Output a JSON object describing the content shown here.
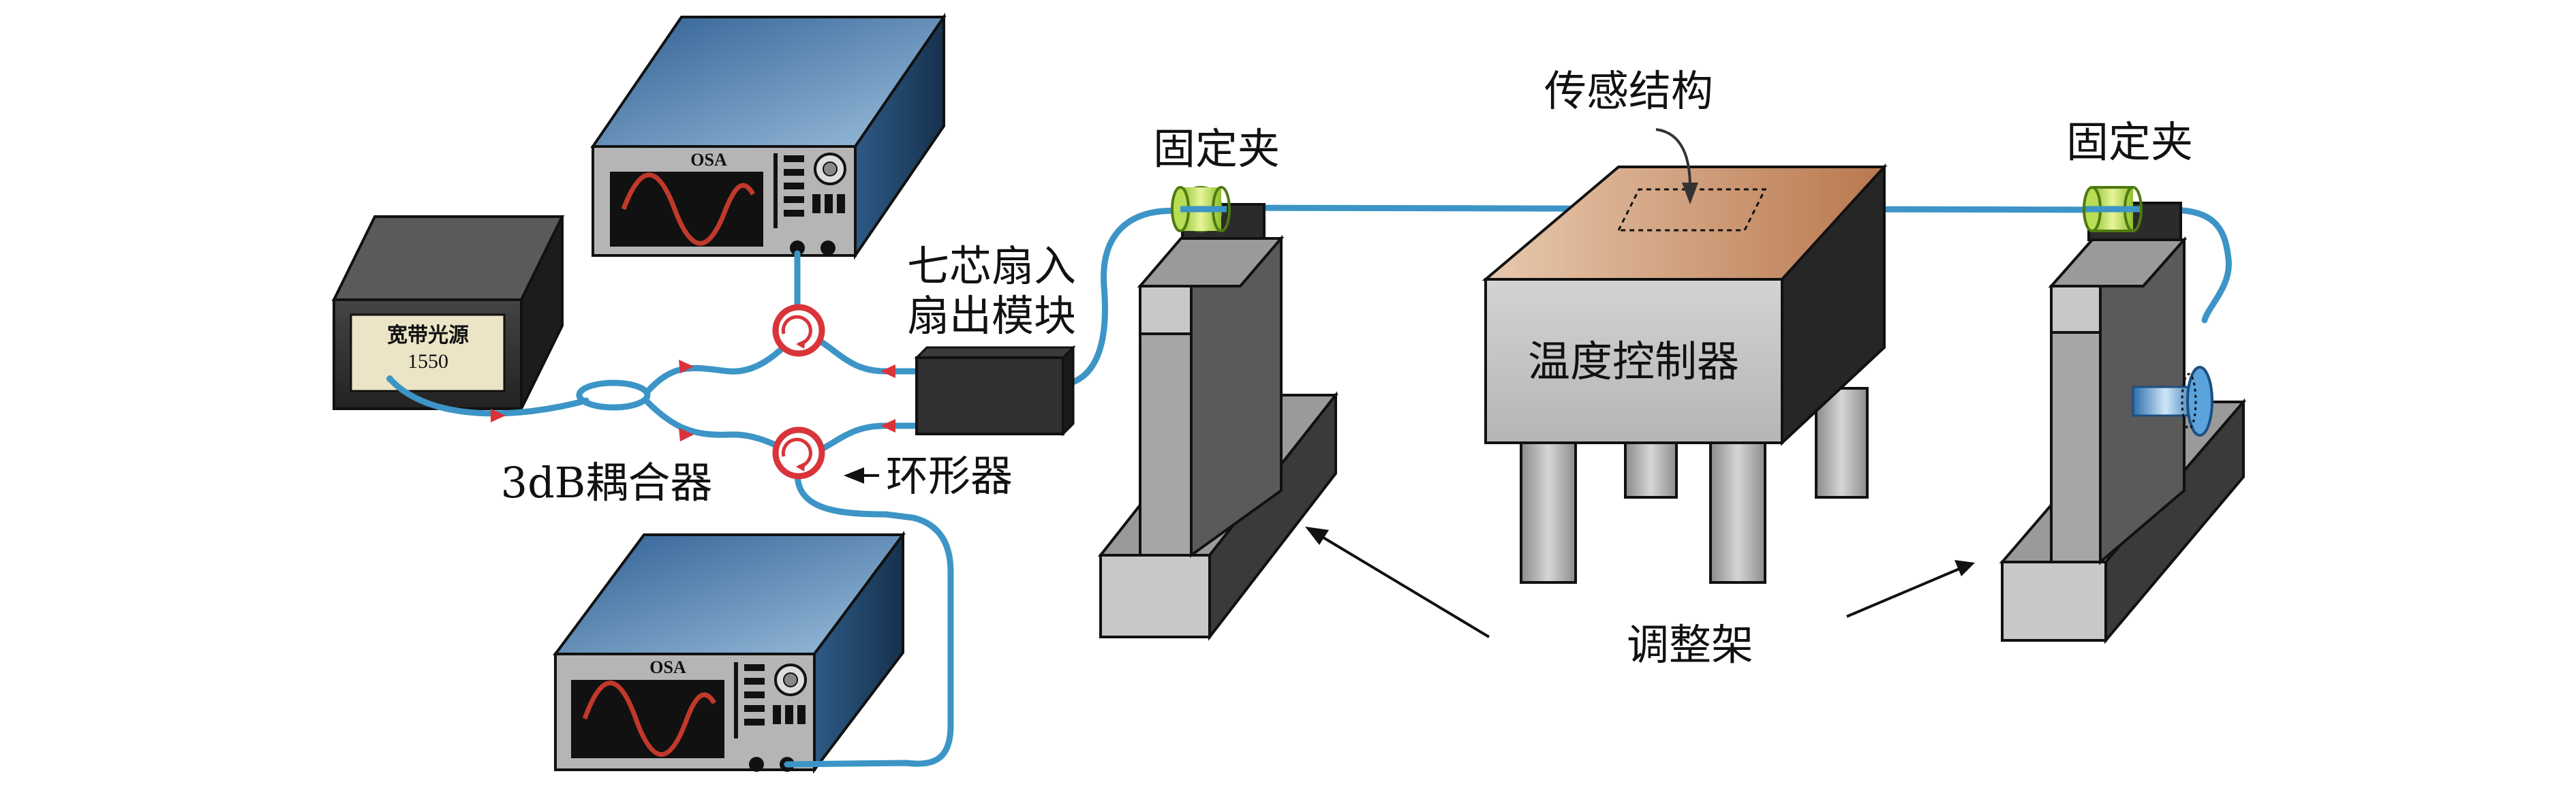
{
  "labels": {
    "sensing_structure": "传感结构",
    "clamp_left": "固定夹",
    "clamp_right": "固定夹",
    "fan_module_line1": "七芯扇入",
    "fan_module_line2": "扇出模块",
    "temp_controller": "温度控制器",
    "coupler": "3dB耦合器",
    "circulator": "环形器",
    "adjust_frame": "调整架"
  },
  "source": {
    "name": "宽带光源",
    "wavelength": "1550"
  },
  "osa_top": {
    "label": "OSA"
  },
  "osa_bottom": {
    "label": "OSA"
  },
  "colors": {
    "fiber": "#3c95c6",
    "arrow_red": "#d8343a",
    "circulator_red": "#d8343a",
    "osa_body": "#5d82a9",
    "temp_top": "#c9906a",
    "wave": "#c0392b"
  }
}
